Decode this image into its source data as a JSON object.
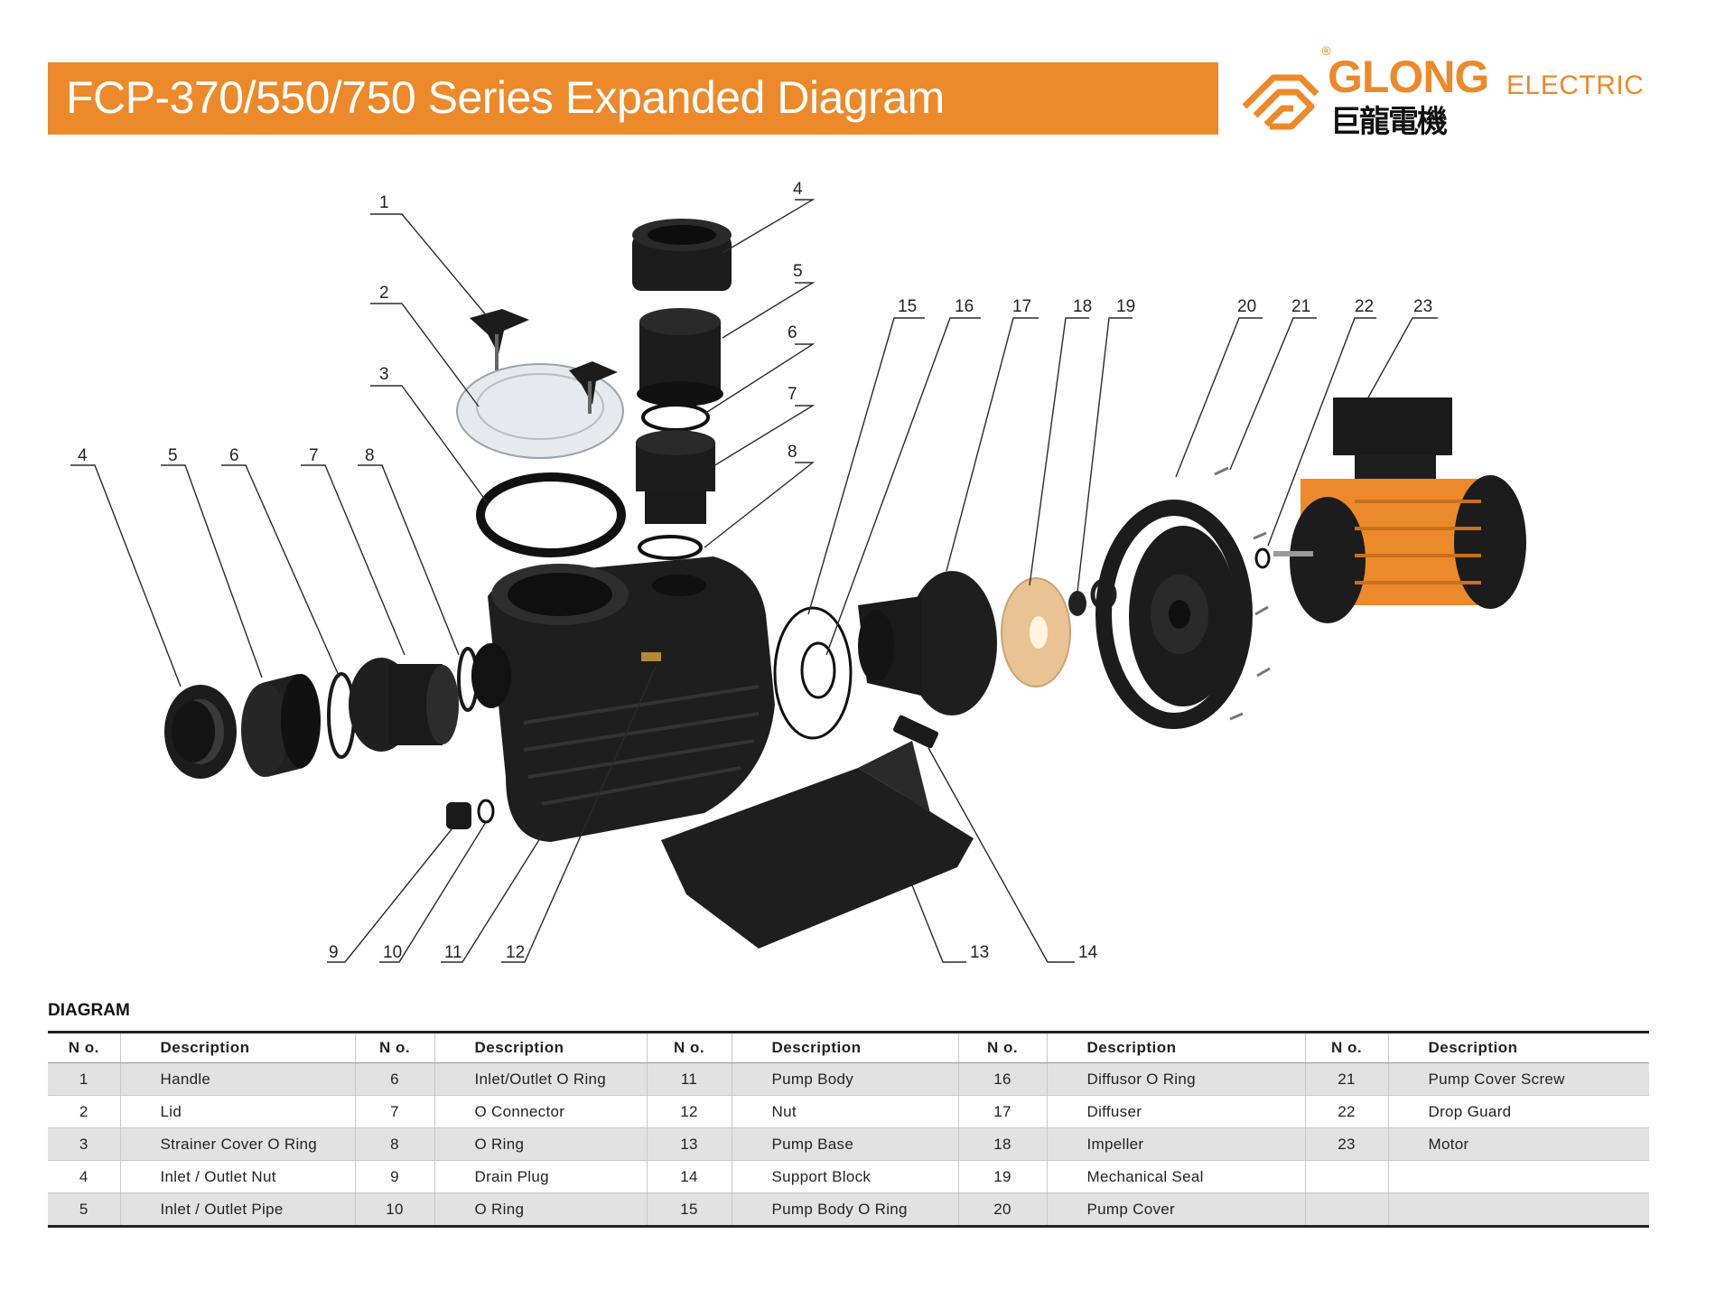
{
  "header": {
    "title": "FCP-370/550/750 Series Expanded Diagram",
    "accent_color": "#ec8a2b"
  },
  "logo": {
    "registered_mark": "®",
    "brand_wordmark": "GLONG",
    "brand_suffix": "ELECTRIC",
    "chinese_name": "巨龍電機"
  },
  "diagram": {
    "callouts": [
      "1",
      "2",
      "3",
      "4",
      "5",
      "6",
      "7",
      "8",
      "9",
      "10",
      "11",
      "12",
      "13",
      "14",
      "15",
      "16",
      "17",
      "18",
      "19",
      "20",
      "21",
      "22",
      "23",
      "4",
      "5",
      "6",
      "7",
      "8"
    ]
  },
  "table": {
    "heading": "DIAGRAM",
    "no_header": "N o.",
    "description_header": "Description",
    "rows": [
      [
        [
          "1",
          "Handle"
        ],
        [
          "6",
          "Inlet/Outlet O Ring"
        ],
        [
          "11",
          "Pump Body"
        ],
        [
          "16",
          "Diffusor O Ring"
        ],
        [
          "21",
          "Pump Cover Screw"
        ]
      ],
      [
        [
          "2",
          "Lid"
        ],
        [
          "7",
          "O Connector"
        ],
        [
          "12",
          "Nut"
        ],
        [
          "17",
          "Diffuser"
        ],
        [
          "22",
          "Drop Guard"
        ]
      ],
      [
        [
          "3",
          "Strainer Cover O Ring"
        ],
        [
          "8",
          "O Ring"
        ],
        [
          "13",
          "Pump Base"
        ],
        [
          "18",
          "Impeller"
        ],
        [
          "23",
          "Motor"
        ]
      ],
      [
        [
          "4",
          "Inlet / Outlet Nut"
        ],
        [
          "9",
          "Drain Plug"
        ],
        [
          "14",
          "Support Block"
        ],
        [
          "19",
          "Mechanical Seal"
        ],
        [
          "",
          ""
        ]
      ],
      [
        [
          "5",
          "Inlet / Outlet Pipe"
        ],
        [
          "10",
          "O Ring"
        ],
        [
          "15",
          "Pump Body O Ring"
        ],
        [
          "20",
          "Pump Cover"
        ],
        [
          "",
          ""
        ]
      ]
    ]
  }
}
